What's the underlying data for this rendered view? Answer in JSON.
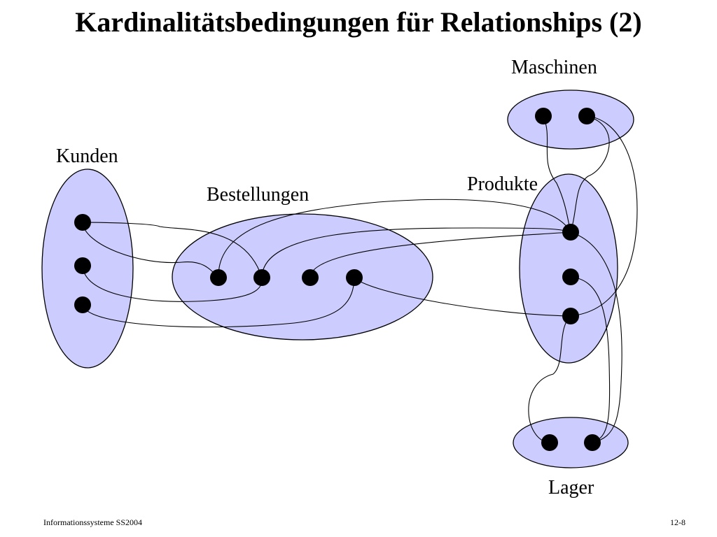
{
  "title": "Kardinalitätsbedingungen für Relationships (2)",
  "sets": {
    "kunden": "Kunden",
    "bestellungen": "Bestellungen",
    "produkte": "Produkte",
    "maschinen": "Maschinen",
    "lager": "Lager"
  },
  "footer": {
    "left": "Informationssysteme SS2004",
    "right": "12-8"
  }
}
